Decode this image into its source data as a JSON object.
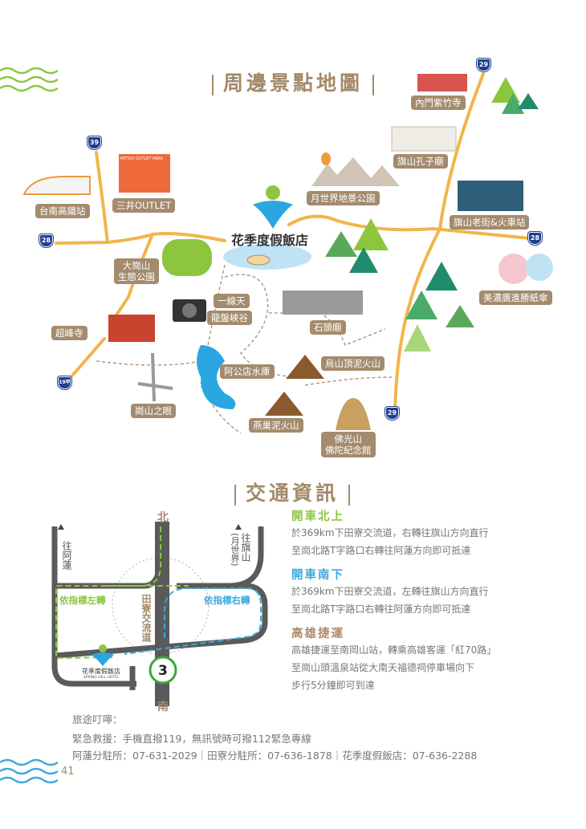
{
  "map_section": {
    "title": "周邊景點地圖",
    "hotel_name": "花季度假飯店",
    "outlet_sign": "MITSUI OUTLET PARK",
    "places": [
      "內門紫竹寺",
      "旗山孔子廟",
      "月世界地景公園",
      "台南高鐵站",
      "三井OUTLET",
      "旗山老街&火車站",
      "大崗山\n生態公園",
      "美濃廣進勝紙傘",
      "一線天",
      "龍盤峽谷",
      "石頭廟",
      "超峰寺",
      "烏山頂泥火山",
      "阿公店水庫",
      "崗山之眼",
      "燕巢泥火山",
      "佛光山\n佛陀紀念館"
    ],
    "highways": [
      "29",
      "39",
      "28",
      "28",
      "19甲",
      "29"
    ],
    "colors": {
      "road": "#f2b54a",
      "label": "#a38b6d",
      "highway": "#1f3f8f",
      "trail": "#b08a6a"
    }
  },
  "transport_section": {
    "title": "交通資訊",
    "diagram": {
      "north": "北",
      "south": "南",
      "to_alian": "往阿蓮",
      "to_qishan": "往旗山",
      "to_qishan_sub": "(月世界)",
      "interchange": "田寮交流道",
      "left_turn": "依指標左轉",
      "right_turn": "依指標右轉",
      "hotel_cn": "花季度假飯店",
      "hotel_en": "SPRING HILL HOTEL",
      "route_number": "3",
      "colors": {
        "north_route": "#8cc63f",
        "south_route": "#3ba9dc",
        "road": "#5a5a5a"
      }
    },
    "routes": [
      {
        "heading": "開車北上",
        "color": "#8cc63f",
        "lines": [
          "於369km下田寮交流道，右轉往旗山方向直行",
          "至崗北路T字路口右轉往阿蓮方向即可抵達"
        ]
      },
      {
        "heading": "開車南下",
        "color": "#3ba9dc",
        "lines": [
          "於369km下田寮交流道，左轉往旗山方向直行",
          "至崗北路T字路口右轉往阿蓮方向即可抵達"
        ]
      },
      {
        "heading": "高雄捷運",
        "color": "#b08a6a",
        "lines": [
          "高雄捷運至南岡山站，轉乘高雄客運「紅70路」",
          "至崗山頭溫泉站從大南天福德祠停車場向下",
          "步行5分鐘即可到達"
        ]
      }
    ]
  },
  "footer": {
    "tips_title": "旅途叮嚀：",
    "emergency": "緊急救援：手機直撥119，無訊號時可撥112緊急專線",
    "contacts": "阿蓮分駐所：07-631-2029｜田寮分駐所：07-636-1878｜花季度假飯店：07-636-2288",
    "page_number": "41"
  }
}
